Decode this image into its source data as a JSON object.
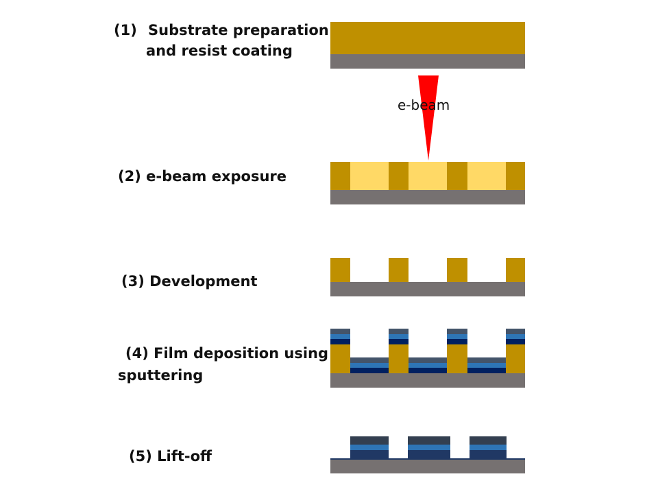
{
  "steps": [
    {
      "number": "(1)",
      "line1": "Substrate preparation",
      "line2": "and resist coating"
    },
    {
      "label": "(2) e-beam exposure"
    },
    {
      "label": "(3) Development"
    },
    {
      "line1": "(4) Film deposition using",
      "line2": "sputtering"
    },
    {
      "label": "(5) Lift-off"
    }
  ],
  "beam_label": "e-beam",
  "colors": {
    "resist": "#bf9000",
    "exposed_resist": "#ffd966",
    "substrate": "#767171",
    "film_top": "#44546a",
    "film_mid": "#2e75b6",
    "film_bottom": "#002060",
    "film_lifted_top": "#333f50",
    "film_lifted_bottom": "#203864",
    "beam": "#ff0000"
  }
}
